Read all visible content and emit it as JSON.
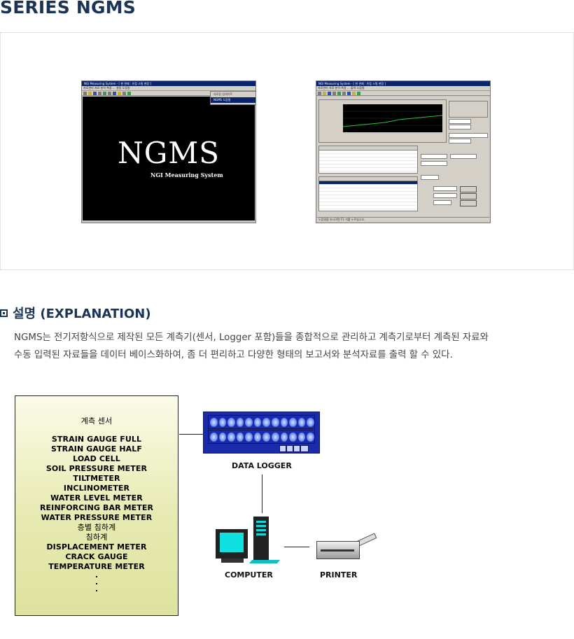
{
  "page": {
    "title": "SERIES NGMS"
  },
  "screenshots": {
    "splash": {
      "window_title": "NGI Measuring System - [ 현 관제 : 유럽 스틸 현장 ]",
      "menu": "자료관리 자료 분석 측정 ... 설정 도움말",
      "logo": "NGMS",
      "subtitle": "NGI Measuring System",
      "dropdown_items": [
        "자료등 업데이트",
        "NGMS 도움말"
      ]
    },
    "main": {
      "window_title": "NGI Measuring System - [ 현 관제 : 유럽 스틸 현장 ]",
      "menu": "자료관리 자료 분석 측정 ... 출력 도움말",
      "status": "도움말을 보시려면 F1 키를 누르십시오."
    }
  },
  "explanation": {
    "title": "설명 (EXPLANATION)",
    "line1": "NGMS는 전기저항식으로 제작된 모든 계측기(센서, Logger 포함)들을 종합적으로 관리하고 계측기로부터 계측된 자료와",
    "line2": "수동 입력된 자료들을 데이터 베이스화하여, 좀 더 편리하고 다양한 형태의 보고서와 분석자료를 출력 할 수 있다."
  },
  "diagram": {
    "sensor_heading": "계측 센서",
    "sensors": [
      "STRAIN GAUGE FULL",
      "STRAIN GAUGE HALF",
      "LOAD CELL",
      "SOIL PRESSURE METER",
      "TILTMETER",
      "INCLINOMETER",
      "WATER LEVEL METER",
      "REINFORCING BAR METER",
      "WATER PRESSURE METER",
      "층별 침하계",
      "침하계",
      "DISPLACEMENT METER",
      "CRACK GAUGE",
      "TEMPERATURE METER",
      ".",
      ".",
      "."
    ],
    "data_logger_label": "DATA LOGGER",
    "computer_label": "COMPUTER",
    "printer_label": "PRINTER"
  },
  "colors": {
    "heading": "#1c3358",
    "logger": "#1a2aa8",
    "screen": "#10e0e0"
  }
}
